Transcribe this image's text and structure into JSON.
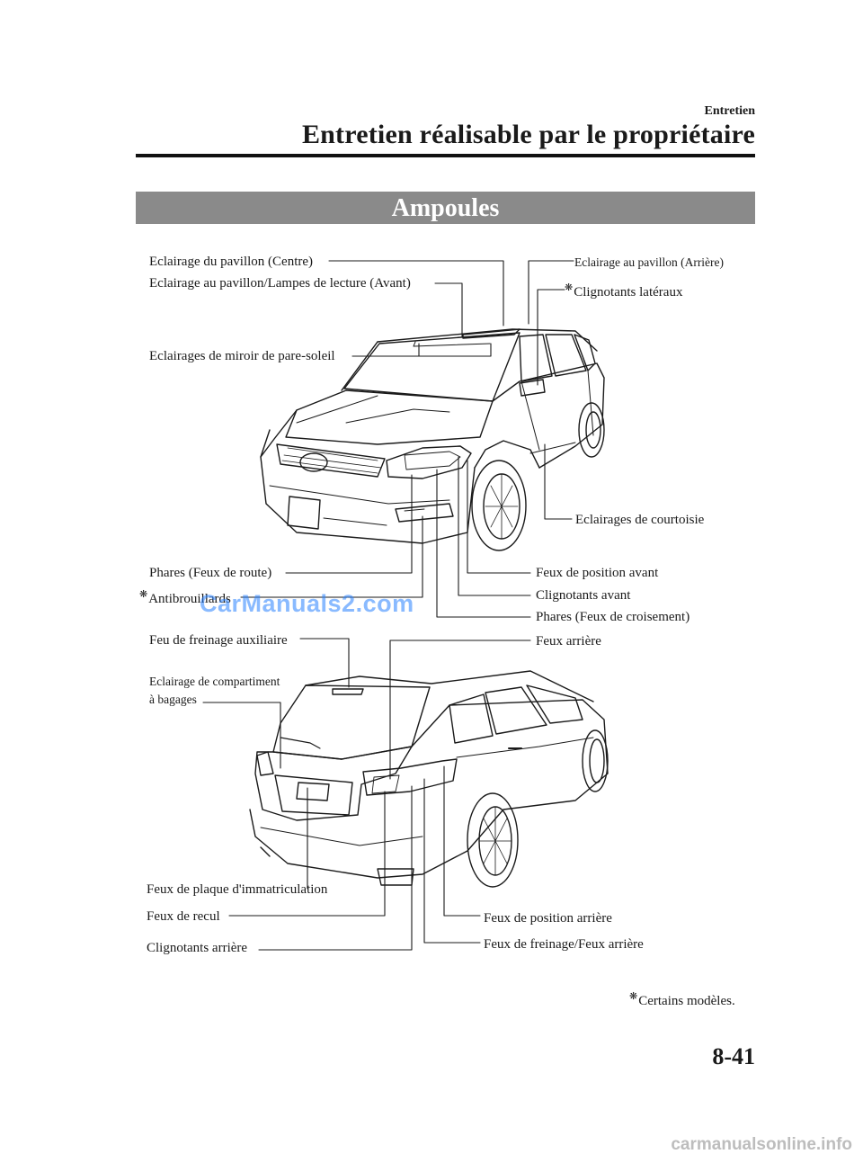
{
  "header": {
    "section": "Entretien",
    "title": "Entretien réalisable par le propriétaire"
  },
  "banner": "Ampoules",
  "star_symbol": "❋",
  "front_labels": {
    "roof_center": "Eclairage du pavillon (Centre)",
    "roof_rear": "Eclairage au pavillon (Arrière)",
    "roof_front_reading": "Eclairage au pavillon/Lampes de lecture (Avant)",
    "side_turn": "Clignotants latéraux",
    "sunvisor": "Eclairages de miroir de pare-soleil",
    "courtesy": "Eclairages de courtoisie",
    "headlight_high": "Phares (Feux de route)",
    "front_position": "Feux de position avant",
    "fog": "Antibrouillards",
    "front_turn": "Clignotants avant",
    "headlight_low": "Phares (Feux de croisement)"
  },
  "rear_labels": {
    "high_stop": "Feu de freinage auxiliaire",
    "tail": "Feux arrière",
    "trunk_line1": "Eclairage de compartiment",
    "trunk_line2": "à bagages",
    "plate": "Feux de plaque d'immatriculation",
    "reverse": "Feux de recul",
    "rear_position": "Feux de position arrière",
    "rear_turn": "Clignotants arrière",
    "brake_tail": "Feux de freinage/Feux arrière"
  },
  "footnote": "Certains modèles.",
  "page_number": "8-41",
  "watermarks": {
    "overlay": "CarManuals2.com",
    "footer": "carmanualsonline.info"
  }
}
